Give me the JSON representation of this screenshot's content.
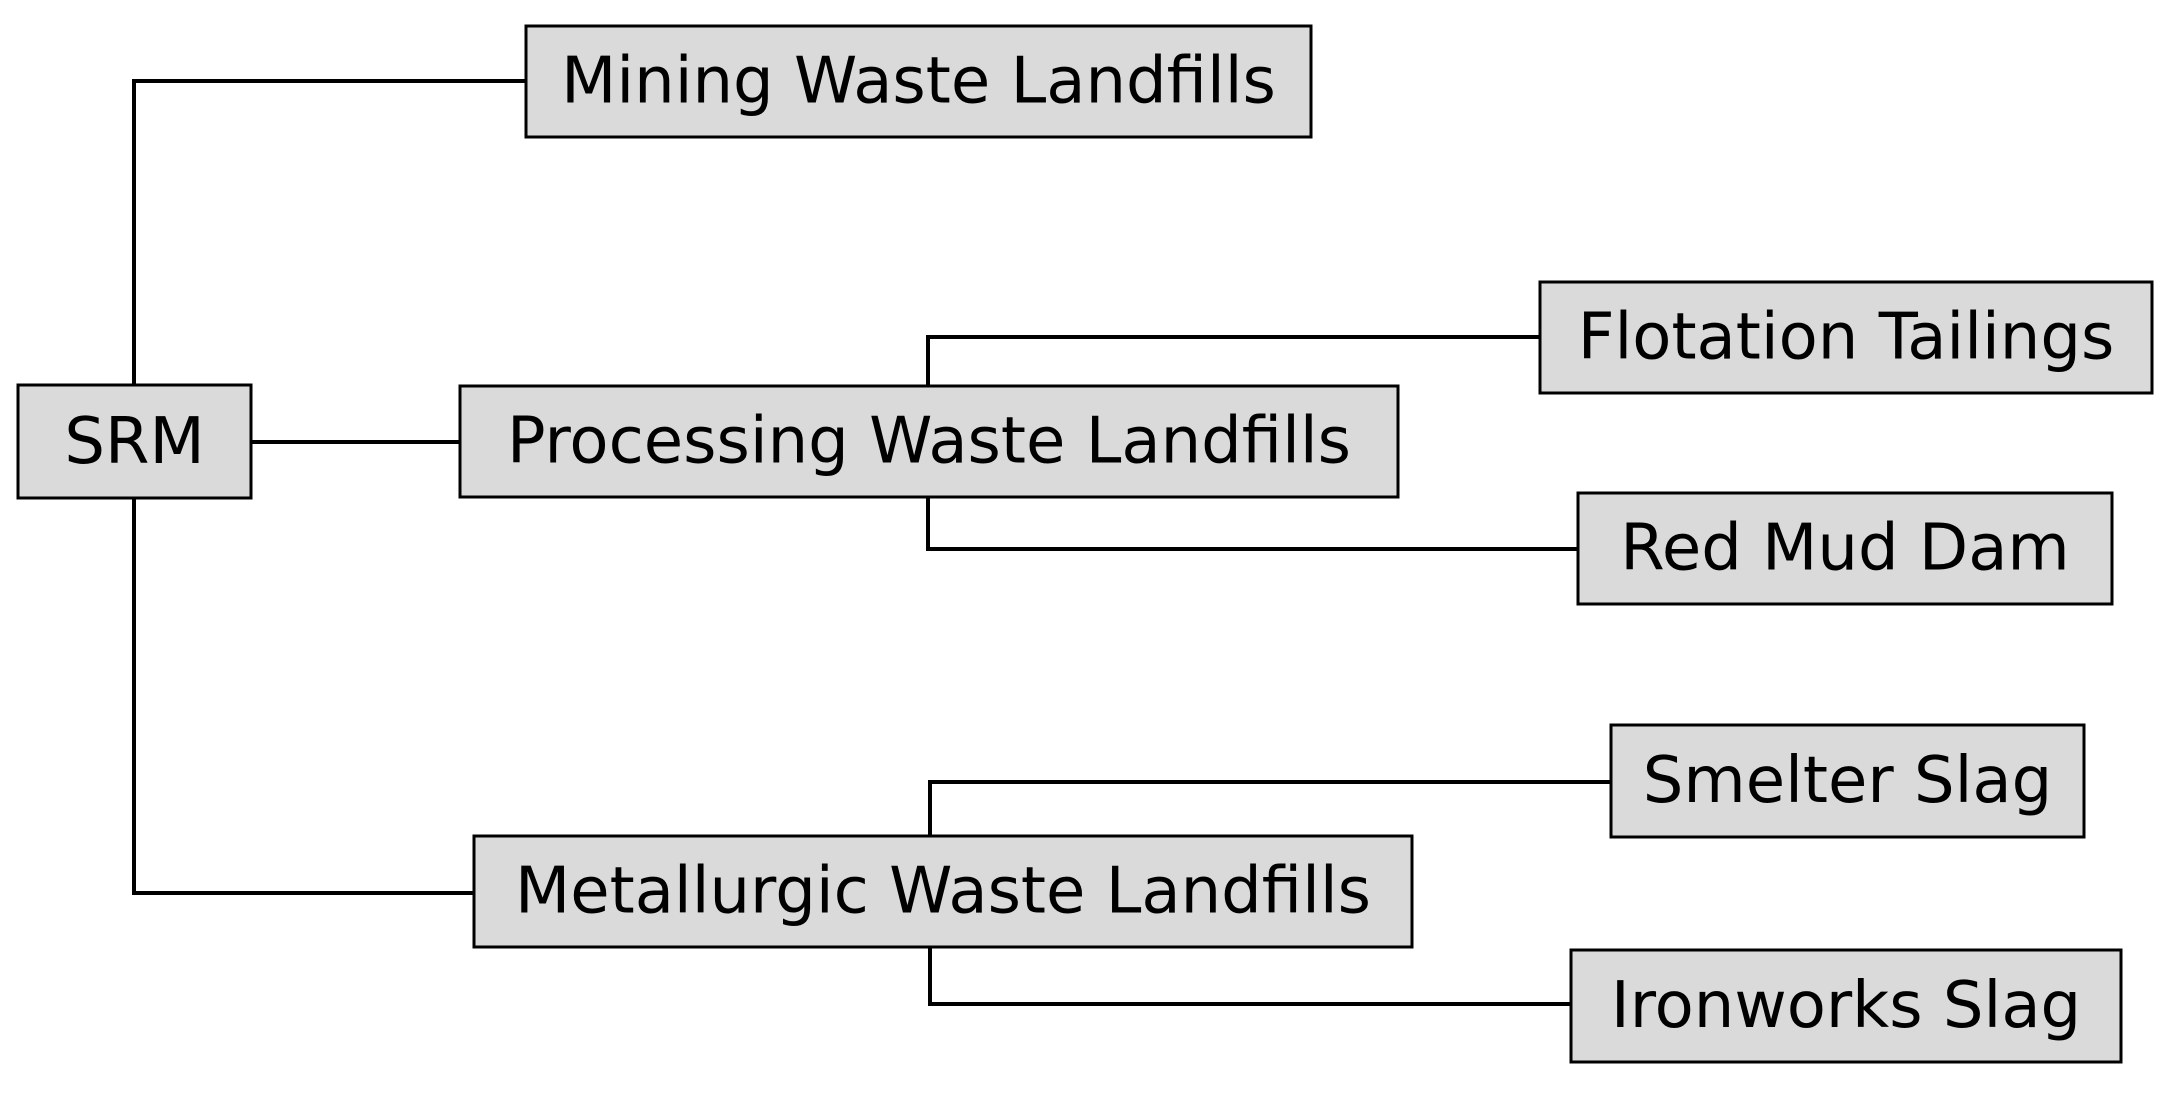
{
  "diagram": {
    "type": "tree",
    "root": {
      "label": "SRM",
      "children": [
        {
          "label": "Mining Waste Landfills",
          "children": []
        },
        {
          "label": "Processing Waste Landfills",
          "children": [
            {
              "label": "Flotation Tailings"
            },
            {
              "label": "Red Mud Dam"
            }
          ]
        },
        {
          "label": "Metallurgic Waste Landfills",
          "children": [
            {
              "label": "Smelter Slag"
            },
            {
              "label": "Ironworks Slag"
            }
          ]
        }
      ]
    },
    "colors": {
      "box_fill": "#dadada",
      "box_stroke": "#000000",
      "line": "#000000",
      "text": "#000000",
      "background": "#ffffff"
    }
  }
}
